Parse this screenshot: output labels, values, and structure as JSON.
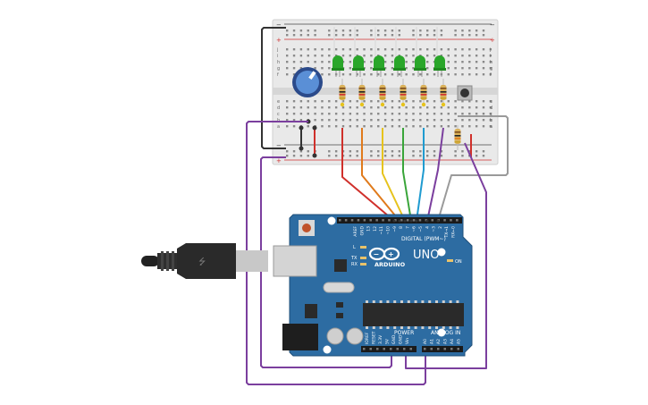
{
  "board": {
    "model": "UNO",
    "brand": "ARDUINO",
    "digital_header_label": "DIGITAL (PWM~)",
    "power_header_label": "POWER",
    "analog_header_label": "ANALOG IN",
    "led_labels": [
      "L",
      "TX",
      "RX"
    ],
    "on_label": "ON",
    "digital_pins": [
      "AREF",
      "GND",
      "13",
      "12",
      "~11",
      "~10",
      "~9",
      "8",
      "7",
      "~6",
      "~5",
      "4",
      "~3",
      "2",
      "TX→1",
      "RX←0"
    ],
    "power_pins": [
      "IOREF",
      "RESET",
      "3.3V",
      "5V",
      "GND",
      "GND",
      "Vin"
    ],
    "analog_pins": [
      "A0",
      "A1",
      "A2",
      "A3",
      "A4",
      "A5"
    ],
    "board_color": "#2d6ca2"
  },
  "breadboard": {
    "row_letters_top": [
      "j",
      "i",
      "h",
      "g",
      "f"
    ],
    "row_letters_bottom": [
      "e",
      "d",
      "c",
      "b",
      "a"
    ],
    "rail_plus": "+",
    "rail_minus": "−"
  },
  "components": {
    "leds": {
      "count": 6,
      "color": "#2aa62a"
    },
    "resistors_count": 7,
    "potentiometer": 1,
    "pushbutton": 1
  },
  "wires": {
    "colors": [
      "#d0302b",
      "#e07a1b",
      "#e6c31c",
      "#3aa53a",
      "#1f9bd0",
      "#7b3f9e"
    ],
    "gray": "#9a9a9a",
    "purple": "#7b3f9e",
    "black": "#333333"
  }
}
